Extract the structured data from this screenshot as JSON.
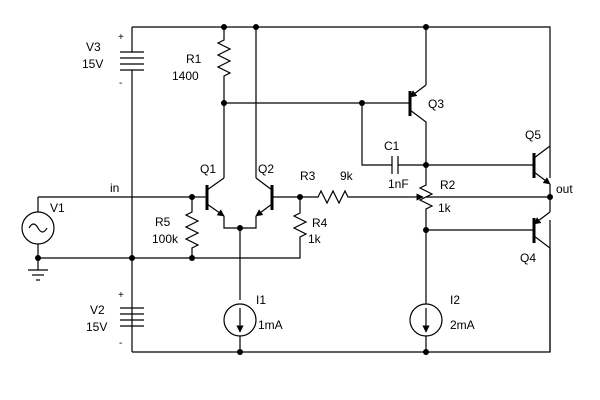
{
  "colors": {
    "wire": "#000000",
    "background": "#ffffff"
  },
  "labels": {
    "in": "in",
    "out": "out",
    "plus": "+",
    "minus": "-"
  },
  "components": {
    "V3": {
      "name": "V3",
      "value": "15V"
    },
    "V2": {
      "name": "V2",
      "value": "15V"
    },
    "V1": {
      "name": "V1"
    },
    "R1": {
      "name": "R1",
      "value": "1400"
    },
    "R2": {
      "name": "R2",
      "value": "1k"
    },
    "R3": {
      "name": "R3",
      "value": "9k"
    },
    "R4": {
      "name": "R4",
      "value": "1k"
    },
    "R5": {
      "name": "R5",
      "value": "100k"
    },
    "C1": {
      "name": "C1",
      "value": "1nF"
    },
    "I1": {
      "name": "I1",
      "value": "1mA"
    },
    "I2": {
      "name": "I2",
      "value": "2mA"
    },
    "Q1": {
      "name": "Q1"
    },
    "Q2": {
      "name": "Q2"
    },
    "Q3": {
      "name": "Q3"
    },
    "Q4": {
      "name": "Q4"
    },
    "Q5": {
      "name": "Q5"
    }
  }
}
